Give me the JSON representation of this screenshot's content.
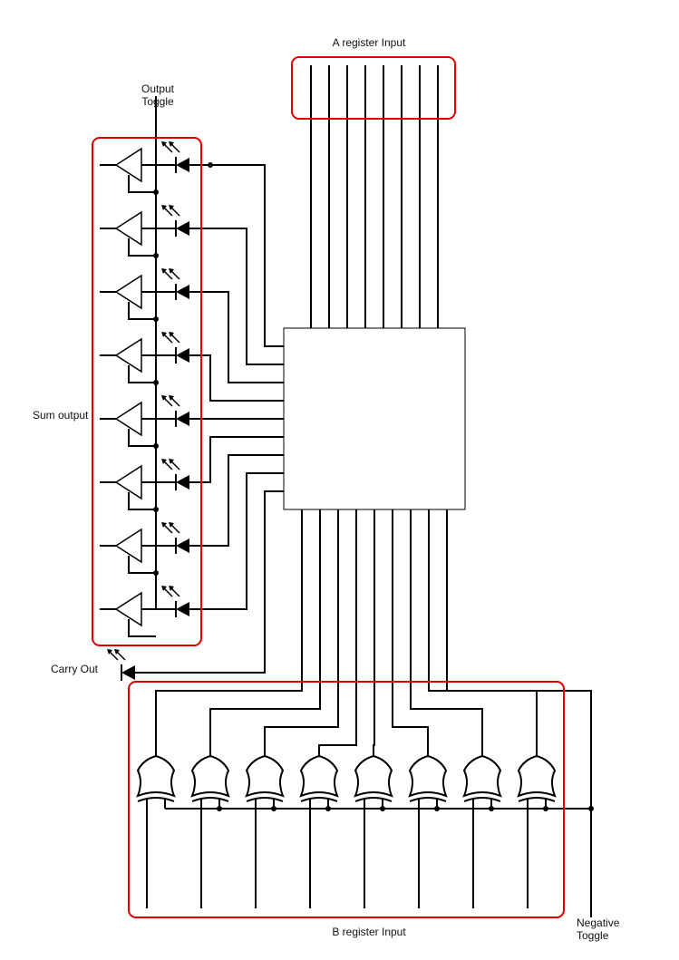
{
  "labels": {
    "a_register": "A register Input",
    "output_toggle_1": "Output",
    "output_toggle_2": "Toggle",
    "sum_output": "Sum output",
    "carry_out": "Carry Out",
    "b_register": "B register Input",
    "negative_toggle_1": "Negative",
    "negative_toggle_2": "Toggle"
  },
  "colors": {
    "wire": "#000000",
    "highlight": "#e00000",
    "background": "#ffffff"
  },
  "icons": {
    "adder": "adder-block",
    "buffer": "tri-state-buffer-icon",
    "led": "led-diode-icon",
    "xor": "xor-gate-icon"
  }
}
